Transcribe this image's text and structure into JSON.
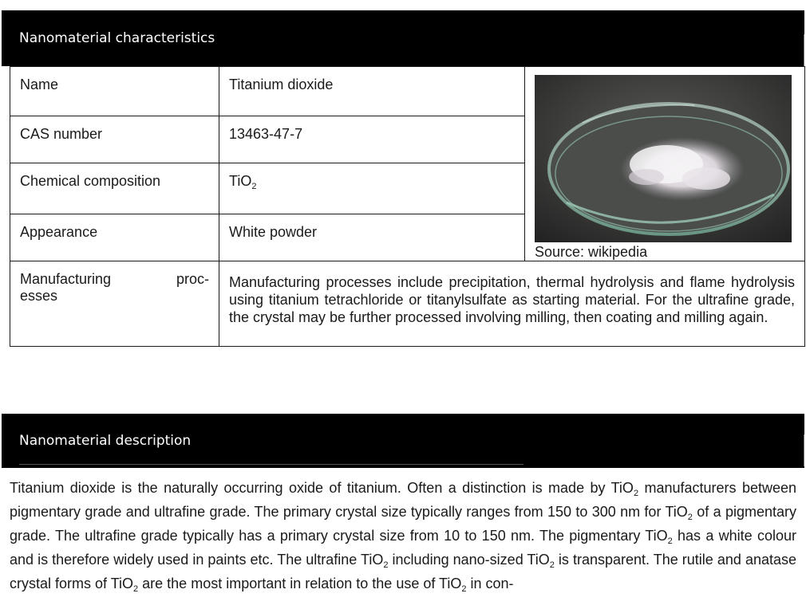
{
  "section1": {
    "title": "Nanomaterial characteristics"
  },
  "characteristics": {
    "name_label": "Name",
    "name_value": "Titanium dioxide",
    "cas_label": "CAS number",
    "cas_value": "13463-47-7",
    "composition_label": "Chemical composition",
    "composition_base": "TiO",
    "composition_sub": "2",
    "appearance_label": "Appearance",
    "appearance_value": "White powder",
    "image_caption": "Source: wikipedia",
    "manufacturing_label_part1": "Manufacturing",
    "manufacturing_label_part2": "proc-",
    "manufacturing_label_part3": "esses",
    "manufacturing_value": "Manufacturing processes include precipitation, thermal hydrolysis and flame hydrolysis using titanium tetrachloride or titanylsulfate as starting material. For the ultrafine grade, the crystal may be further processed involving milling, then coating and milling again."
  },
  "section2": {
    "title": "Nanomaterial description"
  },
  "description": {
    "s1": "Titanium dioxide is the naturally occurring oxide of titanium. Often a distinction is made by TiO",
    "s2": " manufacturers between pigmentary grade and ultrafine grade. The primary crystal size typically ranges from 150 to 300 nm for TiO",
    "s3": " of a pigmentary grade. The ultrafine grade typically has a primary crystal size from 10 to 150 nm. The pigmentary TiO",
    "s4": " has a white colour and is therefore widely used in paints etc. The ultrafine TiO",
    "s5": " including nano-sized TiO",
    "s6": " is transparent.  The rutile and anatase crystal forms of TiO",
    "s7": " are the most important in relation to the use of TiO",
    "s8": " in con-",
    "sub": "2"
  }
}
